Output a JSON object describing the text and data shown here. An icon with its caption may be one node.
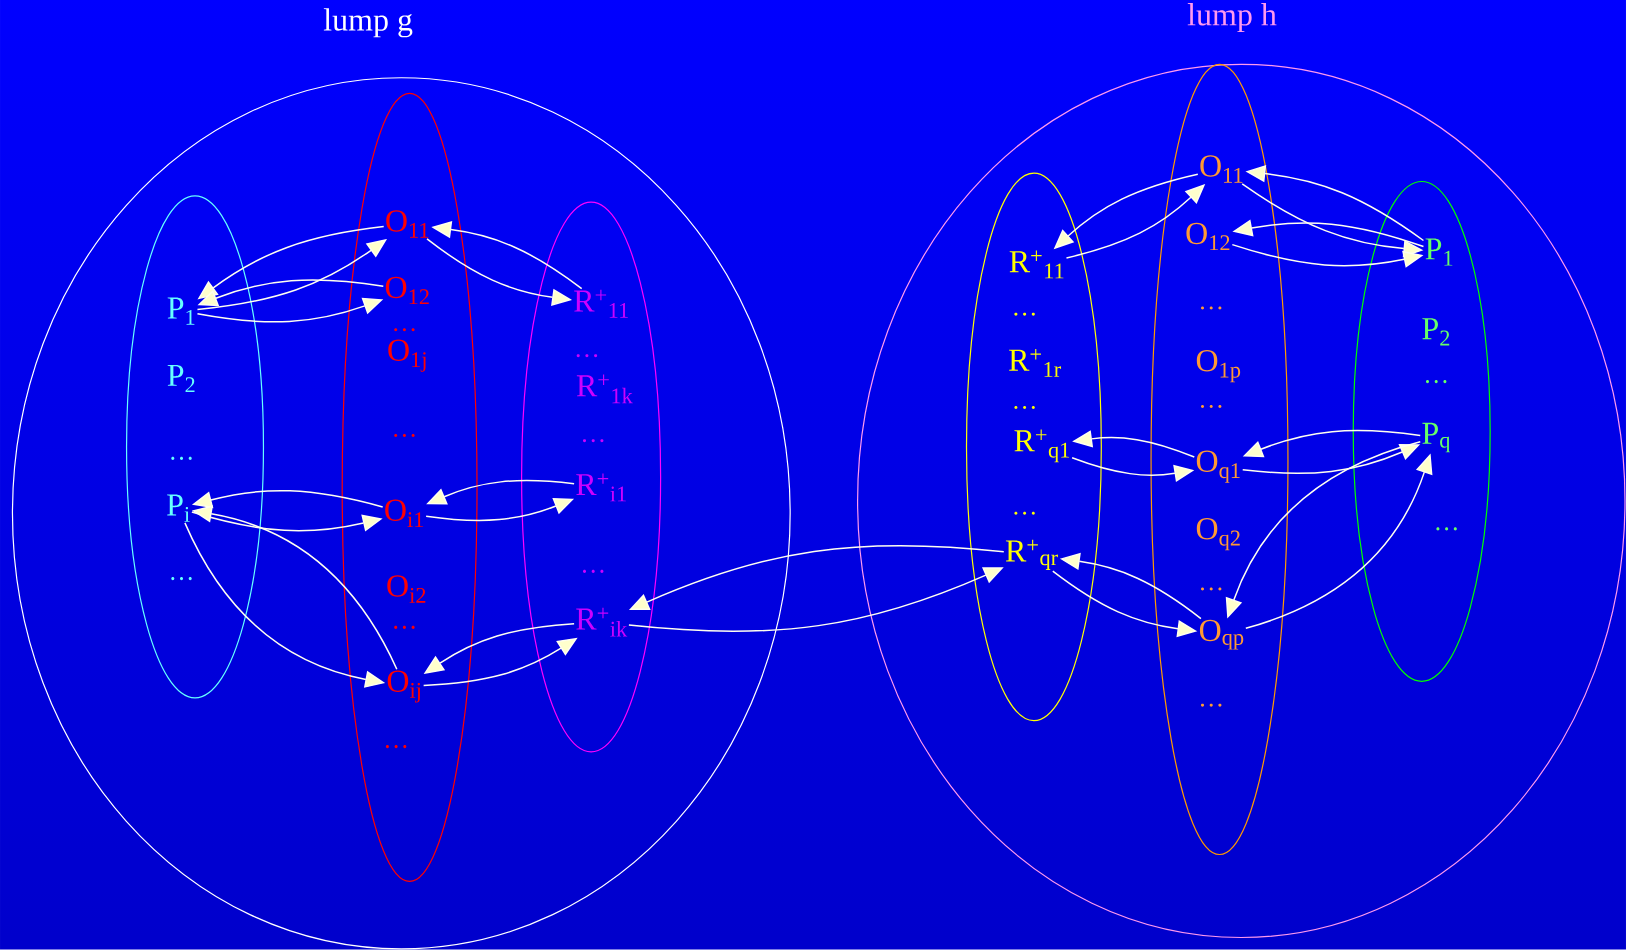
{
  "diagram": {
    "nodes": [
      {
        "text": [
          "lump g"
        ]
      },
      {
        "text": [],
        "shape": "ellipse",
        "in": 0
      },
      {
        "text": [],
        "shape": "ellipse",
        "in": 0
      },
      {
        "text": [],
        "shape": "ellipse",
        "in": 0
      },
      {
        "text": [
          "P$_{1}$"
        ],
        "in": 1
      },
      {
        "text": [
          "P$_{2}$"
        ],
        "in": 1
      },
      {
        "text": [
          "P$_{i}$"
        ],
        "in": 1
      },
      {
        "text": [
          "O$_{11}$"
        ],
        "in": 2
      },
      {
        "text": [
          "O$_{12}$"
        ],
        "in": 2
      },
      {
        "text": [
          "O$_{1j}$"
        ],
        "in": 2
      },
      {
        "text": [
          "O$_{i1}$"
        ],
        "in": 2
      },
      {
        "text": [
          "O$_{i2}$"
        ],
        "in": 2
      },
      {
        "text": [
          "O$_{ij}$"
        ],
        "in": 2
      },
      {
        "text": [
          "R$^{+}$$_{11}$"
        ],
        "in": 3
      },
      {
        "text": [
          "R$^{+}$$_{1k}$"
        ],
        "in": 3
      },
      {
        "text": [
          "R$^{+}$$_{i1}$"
        ],
        "in": 3
      },
      {
        "text": [
          "R$^{+}$$_{ik}$"
        ],
        "in": 3
      },
      {
        "text": [
          "lump h"
        ]
      },
      {
        "text": [],
        "shape": "ellipse",
        "in": 17
      },
      {
        "text": [],
        "shape": "ellipse",
        "in": 17
      },
      {
        "text": [],
        "shape": "ellipse",
        "in": 17
      },
      {
        "text": [
          "R$^{+}$$_{11}$"
        ],
        "in": 18
      },
      {
        "text": [
          "R$^{+}$$_{1r}$"
        ],
        "in": 18
      },
      {
        "text": [
          "R$^{+}$$_{q1}$"
        ],
        "in": 18
      },
      {
        "text": [
          "R$^{+}$$_{qr}$"
        ],
        "in": 18
      },
      {
        "text": [
          "O$_{11}$"
        ],
        "in": 19
      },
      {
        "text": [
          "O$_{12}$"
        ],
        "in": 19
      },
      {
        "text": [
          "O$_{1p}$"
        ],
        "in": 19
      },
      {
        "text": [
          "O$_{q1}$"
        ],
        "in": 19
      },
      {
        "text": [
          "O$_{q2}$"
        ],
        "in": 19
      },
      {
        "text": [
          "O$_{qp}$"
        ],
        "in": 19
      },
      {
        "text": [
          "P$_{1}$"
        ],
        "in": 20
      },
      {
        "text": [
          "P$_{2}$"
        ],
        "in": 20
      },
      {
        "text": [
          "P$_{q}$"
        ],
        "in": 20
      }
    ],
    "edges": [
      {
        "from": 7,
        "to": 4,
        "arrow": "to"
      },
      {
        "from": 4,
        "to": 7,
        "arrow": "to"
      },
      {
        "from": 8,
        "to": 4,
        "arrow": "to"
      },
      {
        "from": 4,
        "to": 8,
        "arrow": "to"
      },
      {
        "from": 7,
        "to": 13,
        "arrow": "to"
      },
      {
        "from": 13,
        "to": 7,
        "arrow": "to"
      },
      {
        "from": 6,
        "to": 10,
        "arrow": "to"
      },
      {
        "from": 10,
        "to": 6,
        "arrow": "to"
      },
      {
        "from": 15,
        "to": 10,
        "arrow": "to"
      },
      {
        "from": 10,
        "to": 15,
        "arrow": "to"
      },
      {
        "from": 6,
        "to": 12,
        "arrow": "to"
      },
      {
        "from": 12,
        "to": 6,
        "arrow": "to"
      },
      {
        "from": 12,
        "to": 16,
        "arrow": "to"
      },
      {
        "from": 16,
        "to": 12,
        "arrow": "to"
      },
      {
        "from": 24,
        "to": 16,
        "arrow": "to"
      },
      {
        "from": 16,
        "to": 24,
        "arrow": "to"
      },
      {
        "from": 25,
        "to": 21,
        "arrow": "to"
      },
      {
        "from": 21,
        "to": 25,
        "arrow": "to"
      },
      {
        "from": 25,
        "to": 31,
        "arrow": "to"
      },
      {
        "from": 31,
        "to": 25,
        "arrow": "to"
      },
      {
        "from": 26,
        "to": 31,
        "arrow": "to"
      },
      {
        "from": 31,
        "to": 26,
        "arrow": "to"
      },
      {
        "from": 23,
        "to": 28,
        "arrow": "to"
      },
      {
        "from": 28,
        "to": 23,
        "arrow": "to"
      },
      {
        "from": 28,
        "to": 33,
        "arrow": "to"
      },
      {
        "from": 33,
        "to": 28,
        "arrow": "to"
      },
      {
        "from": 33,
        "to": 30,
        "arrow": "to"
      },
      {
        "from": 30,
        "to": 33,
        "arrow": "to"
      },
      {
        "from": 30,
        "to": 24,
        "arrow": "to"
      },
      {
        "from": 24,
        "to": 30,
        "arrow": "to"
      }
    ],
    "labels": [
      "…",
      "…",
      "…",
      "…",
      "…",
      "…",
      "…",
      "…",
      "…",
      "…",
      "…",
      "…",
      "…",
      "…",
      "…",
      "…",
      "…",
      "…"
    ]
  }
}
